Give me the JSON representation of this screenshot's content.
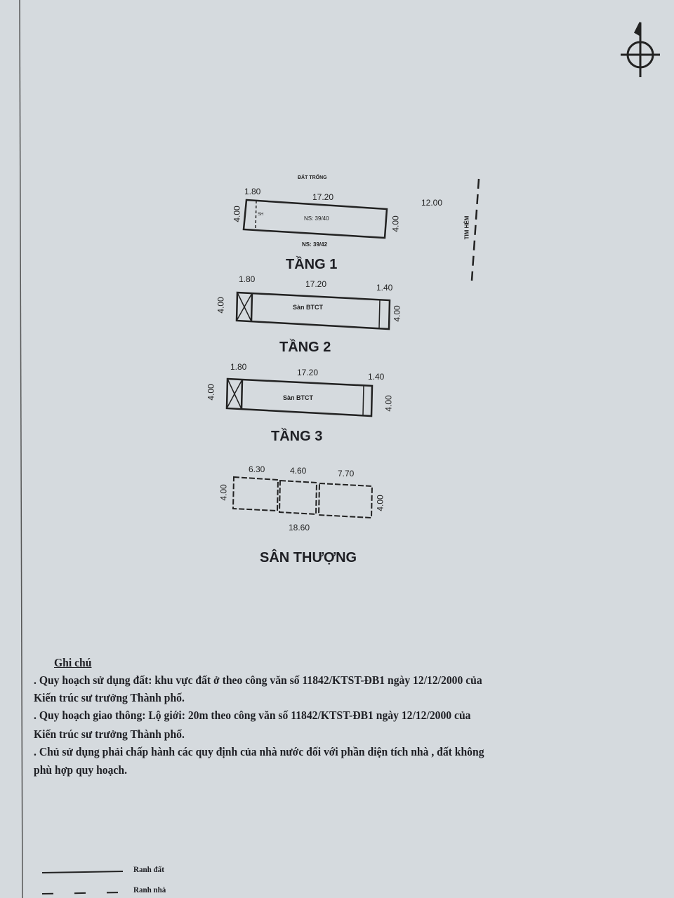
{
  "north_arrow": {
    "icon": "north-arrow-icon"
  },
  "floor1": {
    "top_label": "ĐẤT TRỐNG",
    "left_w": "1.80",
    "length": "17.20",
    "height_l": "4.00",
    "height_r": "4.00",
    "inner_small": "SH",
    "ns_inner": "NS: 39/40",
    "ns_outer": "NS: 39/42",
    "title": "TẦNG 1"
  },
  "street": {
    "width": "12.00",
    "label": "TIM HẺM"
  },
  "floor2": {
    "left_w": "1.80",
    "length": "17.20",
    "right_w": "1.40",
    "height_l": "4.00",
    "height_r": "4.00",
    "inner": "Sàn BTCT",
    "title": "TẦNG 2"
  },
  "floor3": {
    "left_w": "1.80",
    "length": "17.20",
    "right_w": "1.40",
    "height_l": "4.00",
    "height_r": "4.00",
    "inner": "Sàn BTCT",
    "title": "TẦNG 3"
  },
  "terrace": {
    "seg1": "6.30",
    "seg2": "4.60",
    "seg3": "7.70",
    "height_l": "4.00",
    "height_r": "4.00",
    "total": "18.60",
    "title": "SÂN THƯỢNG"
  },
  "notes": {
    "heading": "Ghi chú",
    "lines": [
      ". Quy hoạch sử dụng đất: khu vực đất ở theo công văn số 11842/KTST-ĐB1 ngày 12/12/2000 của",
      "Kiến trúc sư trưởng Thành phố.",
      ". Quy hoạch giao thông: Lộ giới: 20m theo công văn số 11842/KTST-ĐB1 ngày 12/12/2000 của",
      "Kiến trúc sư trưởng Thành phố.",
      ". Chủ sử dụng phải chấp hành các quy định của nhà nước đối với phần diện tích nhà , đất không",
      "phù hợp quy hoạch."
    ]
  },
  "legend": {
    "land": "Ranh đất",
    "house": "Ranh nhà"
  }
}
